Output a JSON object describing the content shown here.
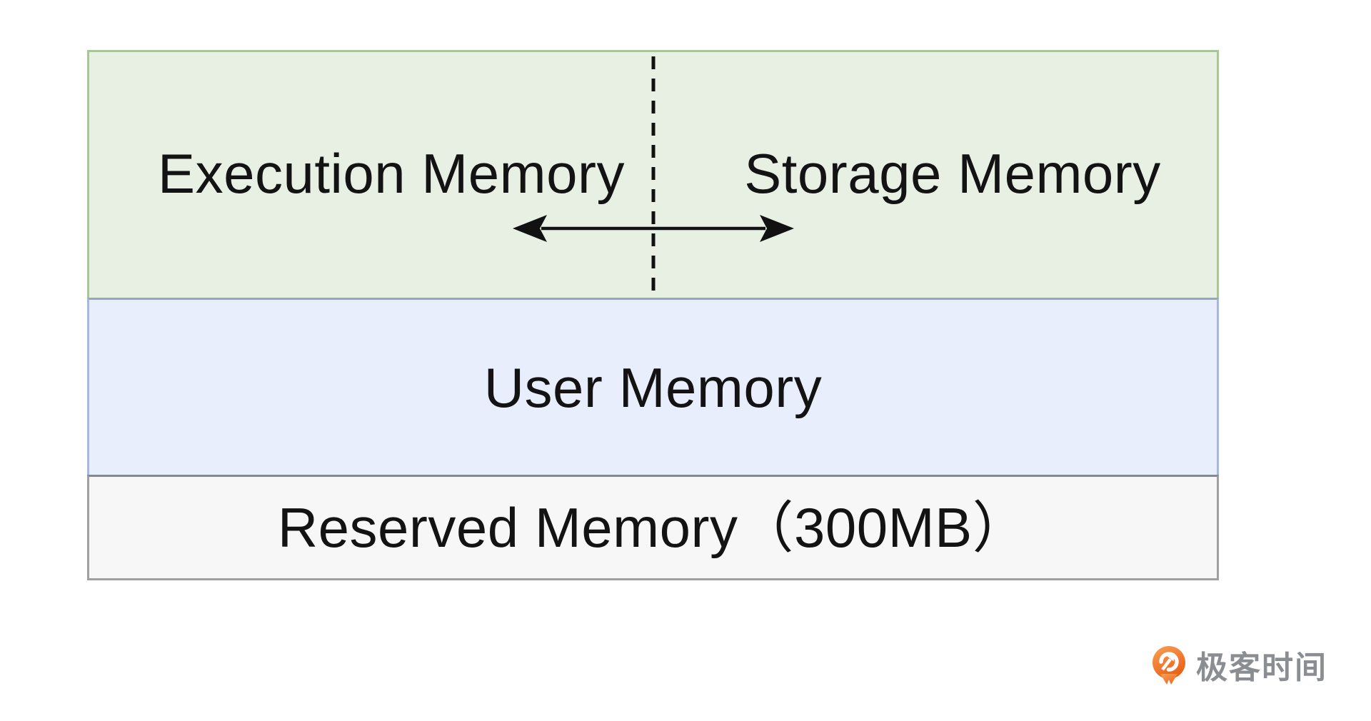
{
  "colors": {
    "background": "#ffffff",
    "unified_fill": "#e8f0e4",
    "unified_border": "#aac49c",
    "user_fill": "#e9eefc",
    "user_border": "#a8b7da",
    "user_border_top": "#93a8ba",
    "reserved_fill": "#f7f7f8",
    "reserved_border": "#a0a0a3",
    "reserved_border_top": "#85888e",
    "line": "#111111",
    "text": "#131313",
    "logo_orange": "#e85d10",
    "logo_orange_light": "#f89b53",
    "logo_text_color": "#8a8d92"
  },
  "diagram": {
    "unified": {
      "execution_label": "Execution Memory",
      "storage_label": "Storage Memory",
      "divider_style": "dashed-vertical",
      "arrow": "bidirectional-horizontal"
    },
    "user": {
      "label": "User Memory"
    },
    "reserved": {
      "label": "Reserved Memory（300MB）"
    }
  },
  "branding": {
    "name": "极客时间"
  }
}
